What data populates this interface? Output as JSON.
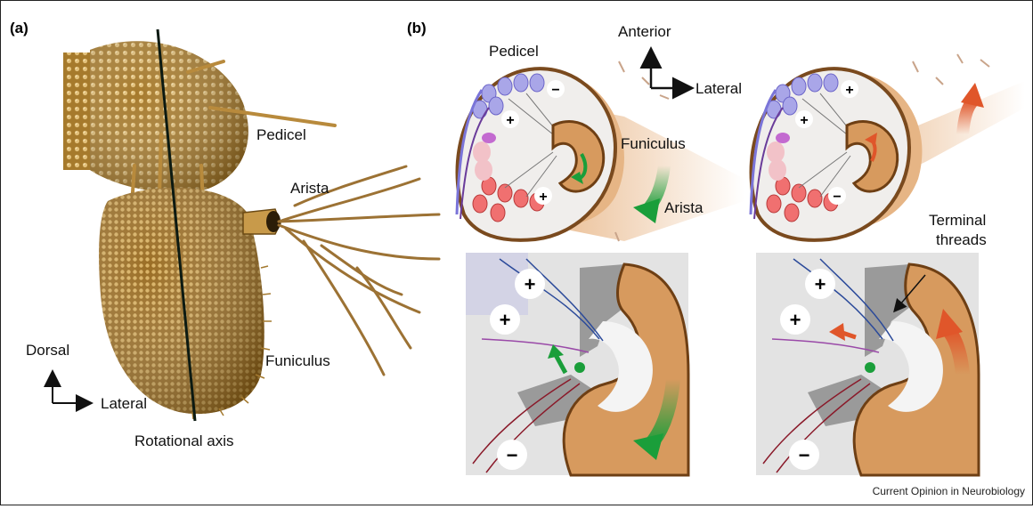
{
  "panel_a": {
    "letter": "(a)",
    "labels": {
      "pedicel": "Pedicel",
      "arista": "Arista",
      "funiculus": "Funiculus",
      "rotational_axis": "Rotational axis"
    },
    "compass": {
      "vertical": "Dorsal",
      "horizontal": "Lateral"
    }
  },
  "panel_b": {
    "letter": "(b)",
    "compass": {
      "vertical": "Anterior",
      "horizontal": "Lateral"
    },
    "labels": {
      "pedicel": "Pedicel",
      "funiculus": "Funiculus",
      "arista": "Arista",
      "terminal_threads_line1": "Terminal",
      "terminal_threads_line2": "threads"
    },
    "signs": {
      "top_left": [
        "−",
        "+",
        "+"
      ],
      "top_right": [
        "+",
        "+",
        "−"
      ],
      "bottom_left": [
        "+",
        "+",
        "−"
      ],
      "bottom_right": [
        "+",
        "+",
        "−"
      ]
    },
    "arrow_colors": {
      "green": "#1a9e3a",
      "red": "#e0562a"
    }
  },
  "credit": "Current Opinion in Neurobiology"
}
